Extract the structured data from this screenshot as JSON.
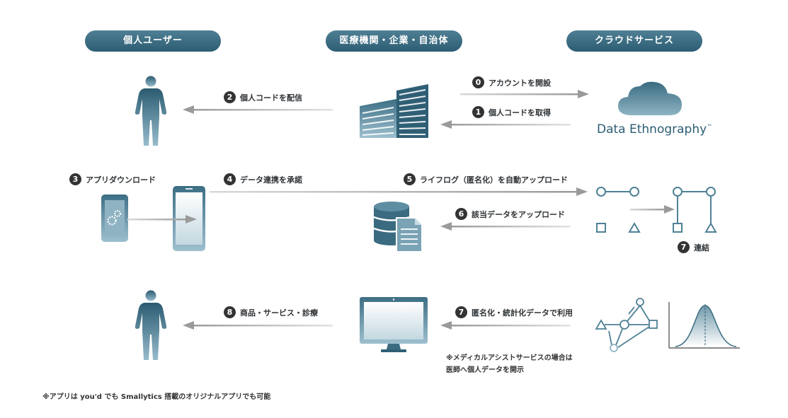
{
  "headers": {
    "individual": "個人ユーザー",
    "institution": "医療機関・企業・自治体",
    "cloud": "クラウドサービス"
  },
  "brand": {
    "name": "Data Ethnography",
    "tm": "™"
  },
  "steps": {
    "s0": {
      "num": "0",
      "label": "アカウントを開設"
    },
    "s1": {
      "num": "1",
      "label": "個人コードを取得"
    },
    "s2": {
      "num": "2",
      "label": "個人コードを配信"
    },
    "s3": {
      "num": "3",
      "label": "アプリダウンロード"
    },
    "s4": {
      "num": "4",
      "label": "データ連携を承諾"
    },
    "s5": {
      "num": "5",
      "label": "ライフログ（匿名化）を自動アップロード"
    },
    "s6": {
      "num": "6",
      "label": "該当データをアップロード"
    },
    "s7a": {
      "num": "7",
      "label": "連結"
    },
    "s7b": {
      "num": "7",
      "label": "匿名化・統計化データで利用"
    },
    "s8": {
      "num": "8",
      "label": "商品・サービス・診療"
    }
  },
  "notes": {
    "assist_line1": "※メディカルアシストサービスの場合は",
    "assist_line2": "医師へ個人データを開示",
    "footer": "※アプリは you'd でも Smallytics 搭載のオリジナルアプリでも可能"
  },
  "colors": {
    "accent_dark": "#2c5d72",
    "accent_light": "#8fb3c2",
    "arrow": "#a8a8a8",
    "node": "#4f8196"
  }
}
